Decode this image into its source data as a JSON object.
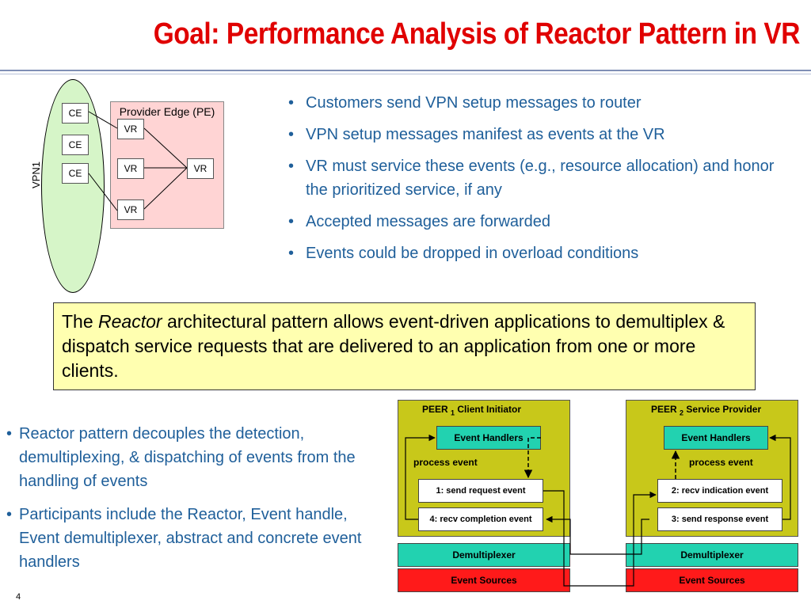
{
  "title": "Goal: Performance Analysis of Reactor Pattern in VR",
  "diagram": {
    "vpn_label": "VPN1",
    "pe_label": "Provider Edge (PE)",
    "ce_nodes": [
      "CE",
      "CE",
      "CE"
    ],
    "vr_nodes": [
      "VR",
      "VR",
      "VR",
      "VR"
    ]
  },
  "top_bullets": [
    "Customers send VPN setup messages to router",
    "VPN setup messages manifest as events at the VR",
    "VR must service these events (e.g., resource allocation) and honor the prioritized service, if any",
    "Accepted messages are forwarded",
    "Events could be dropped in overload conditions"
  ],
  "definition": {
    "prefix": "The ",
    "emphasis": "Reactor",
    "rest": " architectural pattern allows event-driven applications to demultiplex & dispatch service requests that are delivered to an application from one or more clients."
  },
  "bottom_bullets": [
    "Reactor pattern decouples the detection, demultiplexing, & dispatching of events from the handling of events",
    "Participants include the Reactor, Event handle, Event demultiplexer, abstract and concrete event handlers"
  ],
  "peer1": {
    "name": "PEER",
    "sub": "1",
    "role": "Client Initiator",
    "event_handlers": "Event Handlers",
    "process_event": "process event",
    "event_a": "1: send request event",
    "event_b": "4: recv completion event",
    "demux": "Demultiplexer",
    "sources": "Event Sources"
  },
  "peer2": {
    "name": "PEER",
    "sub": "2",
    "role": "Service Provider",
    "event_handlers": "Event Handlers",
    "process_event": "process event",
    "event_a": "2: recv indication event",
    "event_b": "3: send response event",
    "demux": "Demultiplexer",
    "sources": "Event Sources"
  },
  "page_number": "4"
}
